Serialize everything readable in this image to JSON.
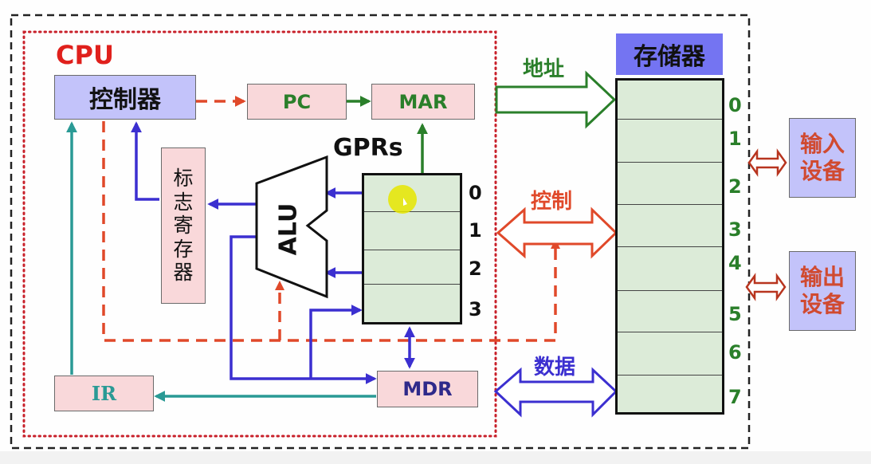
{
  "colors": {
    "cpu_label": "#e0201c",
    "green": "#2a7f2a",
    "blue": "#3b2fd0",
    "teal": "#2a9a95",
    "orange_red": "#e0492a",
    "dark_red": "#b8351f",
    "io_text": "#d04a30",
    "mdr_text": "#2f2a8a",
    "ir_text": "#2a9a95"
  },
  "cpu": {
    "label": "CPU",
    "controller": "控制器",
    "pc": "PC",
    "mar": "MAR",
    "mdr": "MDR",
    "ir": "IR",
    "flag_register": [
      "标",
      "志",
      "寄",
      "存",
      "器"
    ],
    "alu": "ALU",
    "gprs": {
      "label": "GPRs",
      "indices": [
        "0",
        "1",
        "2",
        "3"
      ]
    }
  },
  "memory": {
    "title": "存储器",
    "indices": [
      "0",
      "1",
      "2",
      "3",
      "4",
      "5",
      "6",
      "7"
    ]
  },
  "buses": {
    "address": "地址",
    "control": "控制",
    "data": "数据"
  },
  "io": {
    "input_device": [
      "输入",
      "设备"
    ],
    "output_device": [
      "输出",
      "设备"
    ]
  }
}
